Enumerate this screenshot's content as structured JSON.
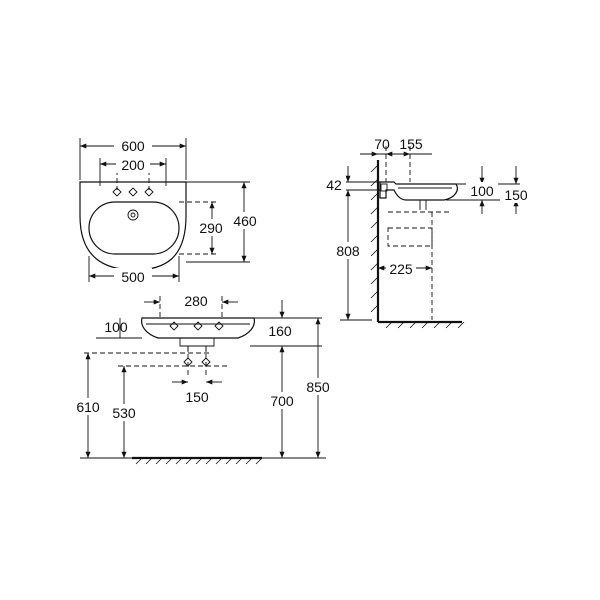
{
  "top_view": {
    "width_overall": "600",
    "tap_hole_spacing": "200",
    "bowl_width": "500",
    "bowl_depth": "290",
    "depth_overall": "460"
  },
  "side_view": {
    "wall_offset": "70",
    "tap_offset": "155",
    "rim_thickness": "42",
    "bowl_height": "100",
    "front_height": "150",
    "rim_height": "808",
    "trap_offset": "225"
  },
  "front_view": {
    "tap_spread": "280",
    "rim_to_hole": "100",
    "rim_depth": "160",
    "supply_spacing": "150",
    "supply_height_1": "610",
    "supply_height_2": "530",
    "waste_height": "700",
    "rim_height": "850"
  }
}
